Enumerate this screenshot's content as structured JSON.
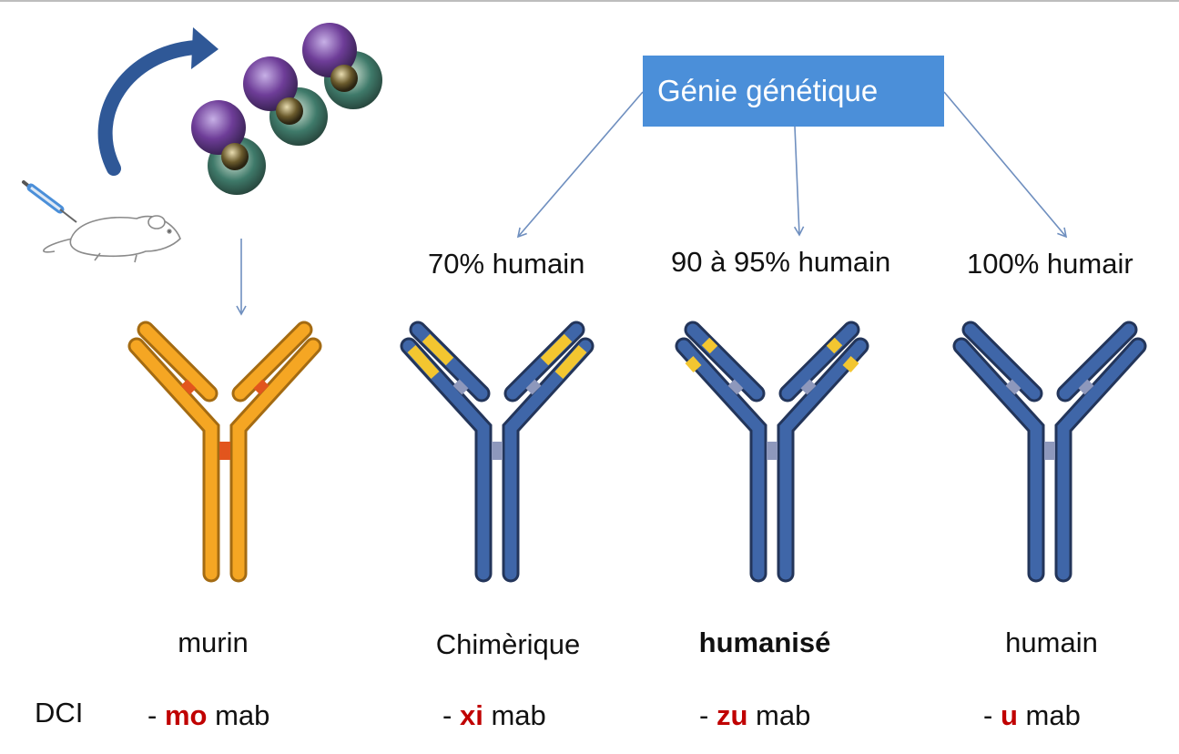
{
  "colors": {
    "box": "#4b8fd9",
    "murine_chain": "#f5a623",
    "human_chain": "#3f66a8",
    "murine_region": "#f3c630",
    "prefix_highlight": "#c00000",
    "arrow": "#6f8fbf",
    "curved_arrow": "#2f5897"
  },
  "icons": [
    "curved-arrow-icon",
    "hybridoma-cells-icon",
    "syringe-icon",
    "mouse-icon"
  ],
  "engineering_box": "Génie génétique",
  "percentages": {
    "chimeric": "70% humain",
    "humanized": "90 à 95% humain",
    "human": "100% humair"
  },
  "types": {
    "murine": "murin",
    "chimeric": "Chimèrique",
    "humanized": "humanisé",
    "human": "humain"
  },
  "dci": {
    "label": "DCI",
    "dash": "-",
    "suffix": "mab",
    "murine": "mo",
    "chimeric": "xi",
    "humanized": "zu",
    "human": "u"
  }
}
